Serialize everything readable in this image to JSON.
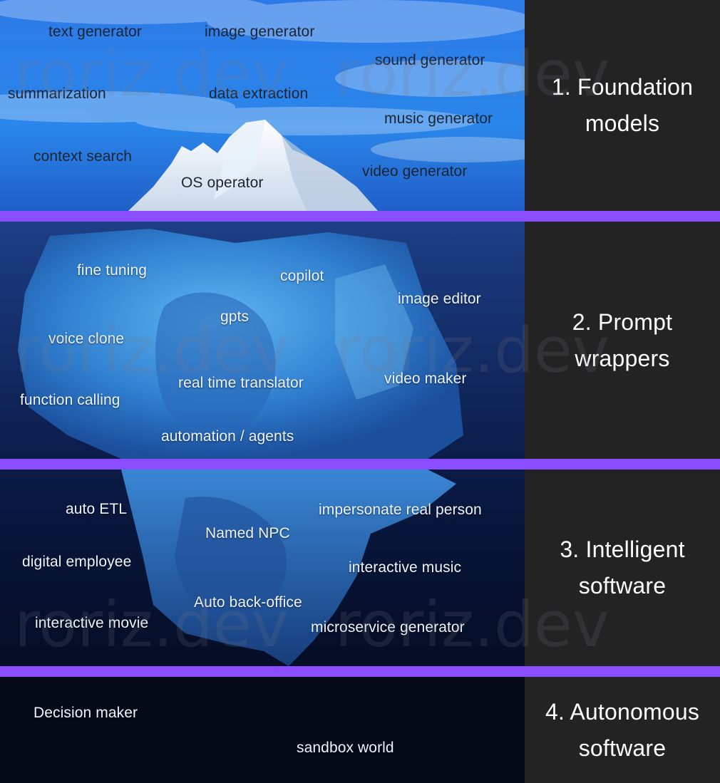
{
  "sections": [
    {
      "heading": "1. Foundation\nmodels",
      "items": [
        "text generator",
        "image generator",
        "sound generator",
        "summarization",
        "data extraction",
        "music generator",
        "context search",
        "video generator",
        "OS operator"
      ]
    },
    {
      "heading": "2. Prompt\nwrappers",
      "items": [
        "fine tuning",
        "copilot",
        "image editor",
        "gpts",
        "voice clone",
        "real time translator",
        "video maker",
        "function calling",
        "automation / agents"
      ]
    },
    {
      "heading": "3. Intelligent\nsoftware",
      "items": [
        "auto ETL",
        "impersonate real person",
        "Named NPC",
        "digital employee",
        "interactive music",
        "Auto back-office",
        "interactive movie",
        "microservice generator"
      ]
    },
    {
      "heading": "4. Autonomous\nsoftware",
      "items": [
        "Decision maker",
        "sandbox world"
      ]
    }
  ],
  "watermark": "roriz.dev",
  "colors": {
    "divider": "#8a4dff",
    "sidebar": "#232323",
    "sky": "#2f7ee6",
    "deep_sea": "#040a18"
  }
}
